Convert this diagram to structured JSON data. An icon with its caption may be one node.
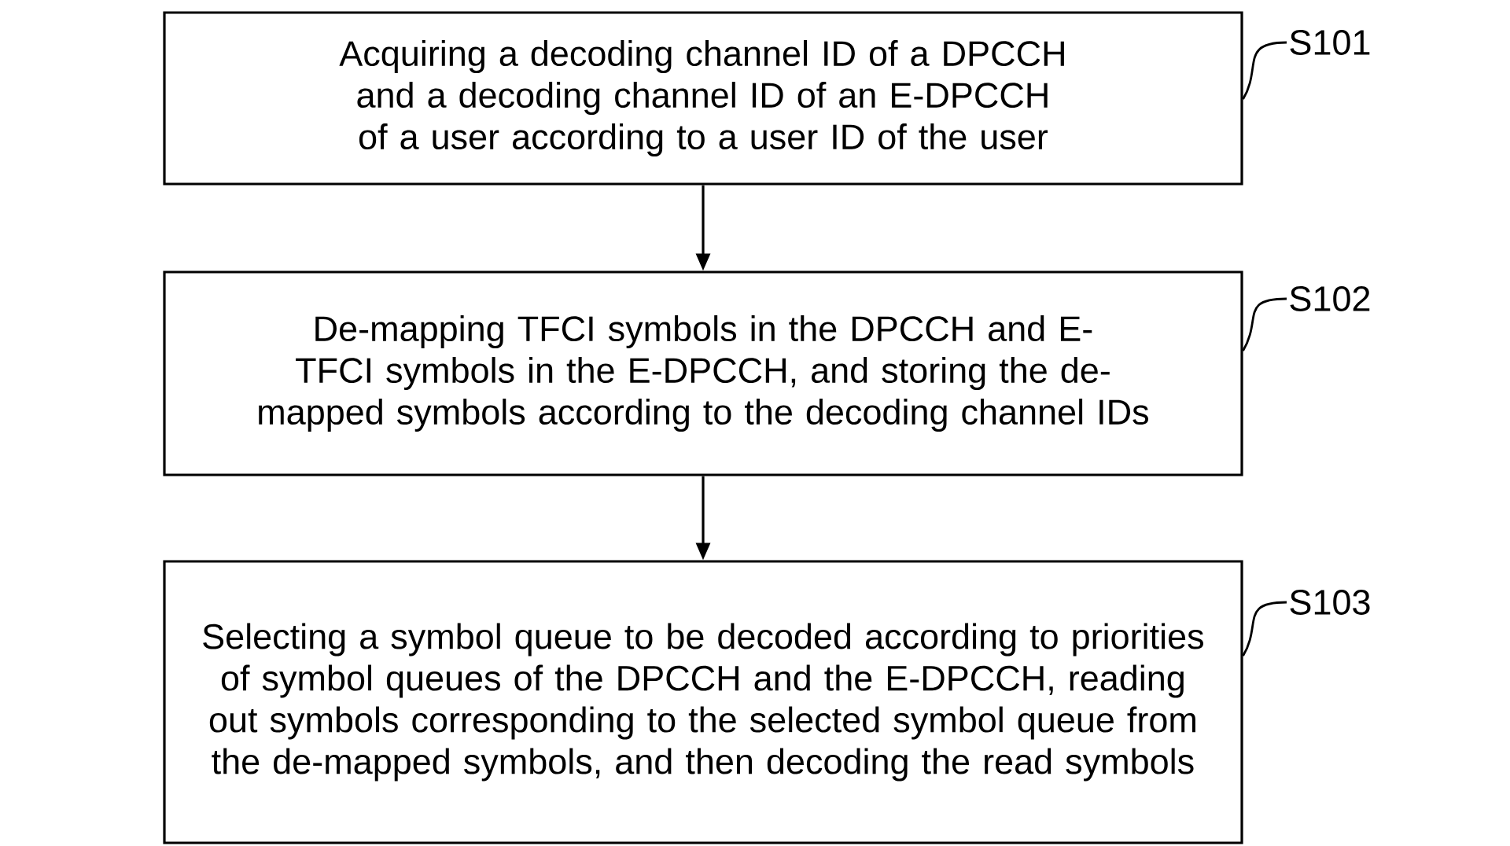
{
  "diagram": {
    "nodes": [
      {
        "text": [
          "Acquiring a decoding channel ID of a DPCCH and a decoding channel ID of an E-DPCCH of a user according to a user ID of the user"
        ]
      },
      {
        "text": [
          "De-mapping TFCI symbols in the DPCCH and E-TFCI symbols in the E-DPCCH, and storing the de-mapped symbols according to the decoding channel IDs"
        ]
      },
      {
        "text": [
          "Selecting a symbol queue to be decoded according to priorities of symbol queues of the DPCCH and the E-DPCCH, reading out symbols corresponding to the selected symbol queue from the de-mapped symbols, and then decoding the read symbols"
        ]
      },
      {
        "text": [
          "S101"
        ]
      },
      {
        "text": [
          "S102"
        ]
      },
      {
        "text": [
          "S103"
        ]
      }
    ],
    "edges": [
      {
        "from": 0,
        "to": 1,
        "arrow": "to"
      },
      {
        "from": 1,
        "to": 2,
        "arrow": "to"
      },
      {
        "from": 3,
        "to": 0,
        "arrow": "none"
      },
      {
        "from": 4,
        "to": 1,
        "arrow": "none"
      },
      {
        "from": 5,
        "to": 2,
        "arrow": "none"
      }
    ]
  }
}
